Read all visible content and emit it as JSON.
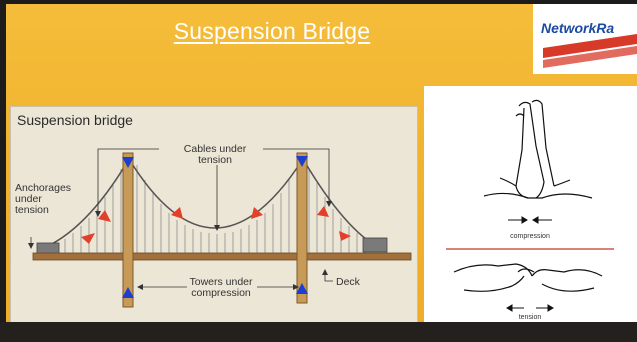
{
  "slide": {
    "title": "Suspension Bridge",
    "logo_text": "NetworkRa"
  },
  "diagram": {
    "heading": "Suspension bridge",
    "labels": {
      "cables": "Cables under\ntension",
      "anchorages": "Anchorages\nunder\ntension",
      "towers": "Towers under\ncompression",
      "deck": "Deck"
    }
  },
  "hands": {
    "compression_caption": "compression",
    "tension_caption": "tension"
  },
  "colors": {
    "slide_bg": "#f2b531",
    "title_text": "#ffffff",
    "tension_arrow": "#e2402a",
    "compression_arrow": "#1c3fd0",
    "divider": "#c0392b"
  }
}
